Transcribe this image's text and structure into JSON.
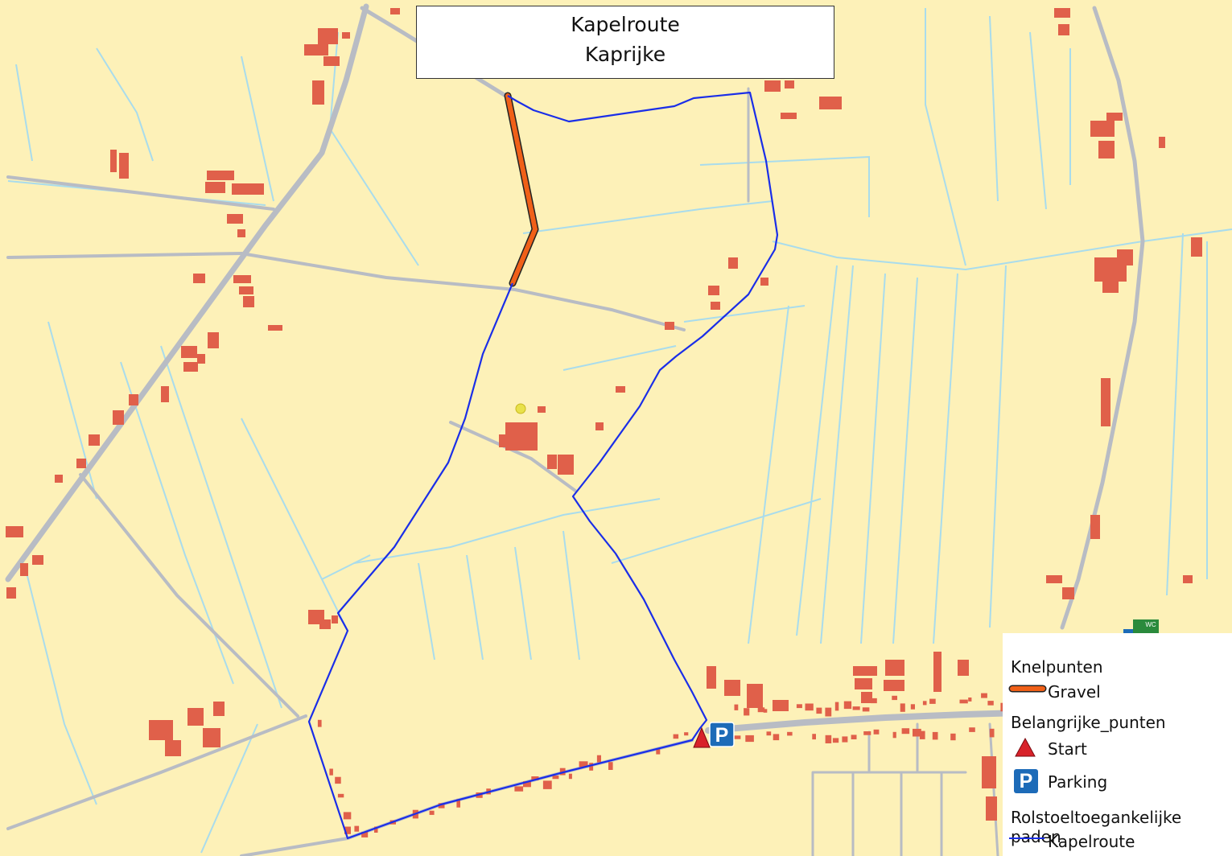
{
  "map": {
    "title_line1": "Kapelroute",
    "title_line2": "Kaprijke",
    "colors": {
      "background": "#fdf1b8",
      "buildings": "#e0604a",
      "roads": "#b8bcc4",
      "waterways": "#a9dcec",
      "route": "#1a2ee8",
      "gravel": "#f06018"
    },
    "markers": [
      {
        "name": "start",
        "icon": "red-triangle-icon"
      },
      {
        "name": "parking",
        "icon": "parking-icon",
        "label": "P"
      },
      {
        "name": "wc",
        "icon": "wc-icon",
        "label": "WC"
      }
    ]
  },
  "legend": {
    "group1_title": "Knelpunten",
    "gravel_label": "Gravel",
    "group2_title": "Belangrijke_punten",
    "start_label": "Start",
    "parking_label": "Parking",
    "parking_glyph": "P",
    "group3_title": "Rolstoeltoegankelijke paden",
    "route_label": "Kapelroute"
  }
}
